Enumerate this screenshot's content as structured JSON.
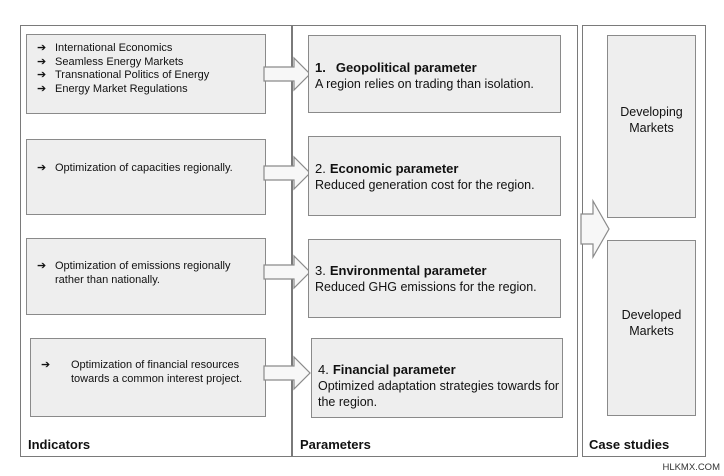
{
  "indicators": {
    "label": "Indicators",
    "groups": [
      {
        "items": [
          "International Economics",
          "Seamless Energy Markets",
          "Transnational Politics of Energy",
          "Energy Market Regulations"
        ]
      },
      {
        "items": [
          "Optimization of capacities regionally."
        ]
      },
      {
        "items": [
          "Optimization of emissions regionally rather than nationally."
        ]
      },
      {
        "items": [
          "Optimization of financial resources towards a common interest project."
        ]
      }
    ],
    "bullet_glyph": "➔"
  },
  "parameters": {
    "label": "Parameters",
    "items": [
      {
        "number": "1.",
        "title": "Geopolitical parameter",
        "desc": "A region relies on trading than isolation."
      },
      {
        "number": "2.",
        "title": "Economic parameter",
        "desc": "Reduced generation cost for the region."
      },
      {
        "number": "3.",
        "title": "Environmental parameter",
        "desc": "Reduced GHG emissions for the region."
      },
      {
        "number": "4.",
        "title": "Financial parameter",
        "desc": "Optimized adaptation strategies towards for the region."
      }
    ]
  },
  "case_studies": {
    "label": "Case studies",
    "items": [
      "Developing Markets",
      "Developed Markets"
    ]
  },
  "watermark": "HLKMX.COM",
  "colors": {
    "box_fill": "#eeeeee",
    "border": "#8a8a8a",
    "panel_border": "#7a7a7a"
  }
}
